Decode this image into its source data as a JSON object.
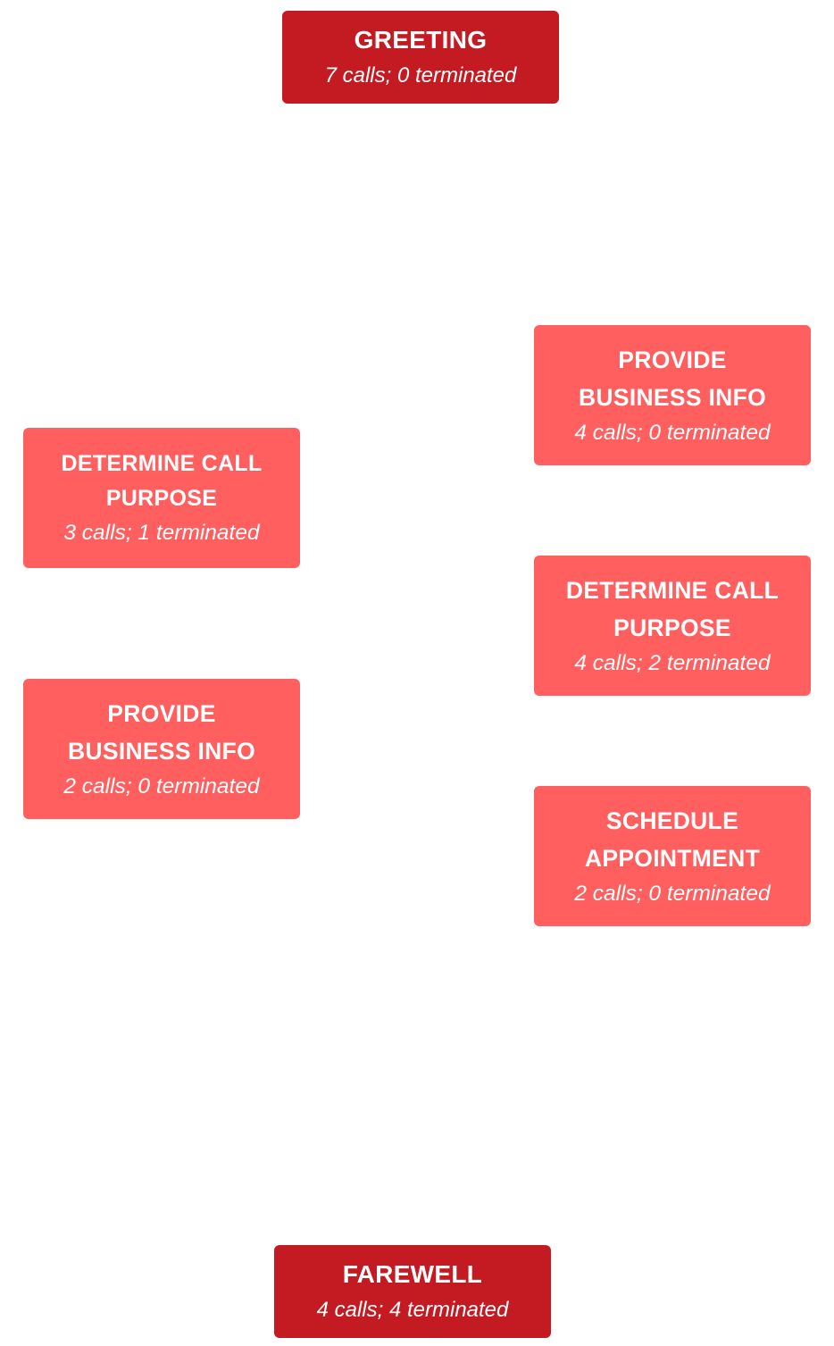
{
  "colors": {
    "endpoint_node": "#c41a22",
    "step_node": "#ff5f5f",
    "text": "#ffffff",
    "background": "#ffffff"
  },
  "nodes": {
    "greeting": {
      "title": "GREETING",
      "stats": "7 calls; 0 terminated"
    },
    "determine_call_purpose_left": {
      "title_line1": "DETERMINE CALL",
      "title_line2": "PURPOSE",
      "stats": "3 calls; 1 terminated"
    },
    "provide_business_info_left": {
      "title_line1": "PROVIDE",
      "title_line2": "BUSINESS INFO",
      "stats": "2 calls; 0 terminated"
    },
    "provide_business_info_right": {
      "title_line1": "PROVIDE",
      "title_line2": "BUSINESS INFO",
      "stats": "4 calls; 0 terminated"
    },
    "determine_call_purpose_right": {
      "title_line1": "DETERMINE CALL",
      "title_line2": "PURPOSE",
      "stats": "4 calls; 2 terminated"
    },
    "schedule_appointment": {
      "title_line1": "SCHEDULE",
      "title_line2": "APPOINTMENT",
      "stats": "2 calls; 0 terminated"
    },
    "farewell": {
      "title": "FAREWELL",
      "stats": "4 calls; 4 terminated"
    }
  }
}
